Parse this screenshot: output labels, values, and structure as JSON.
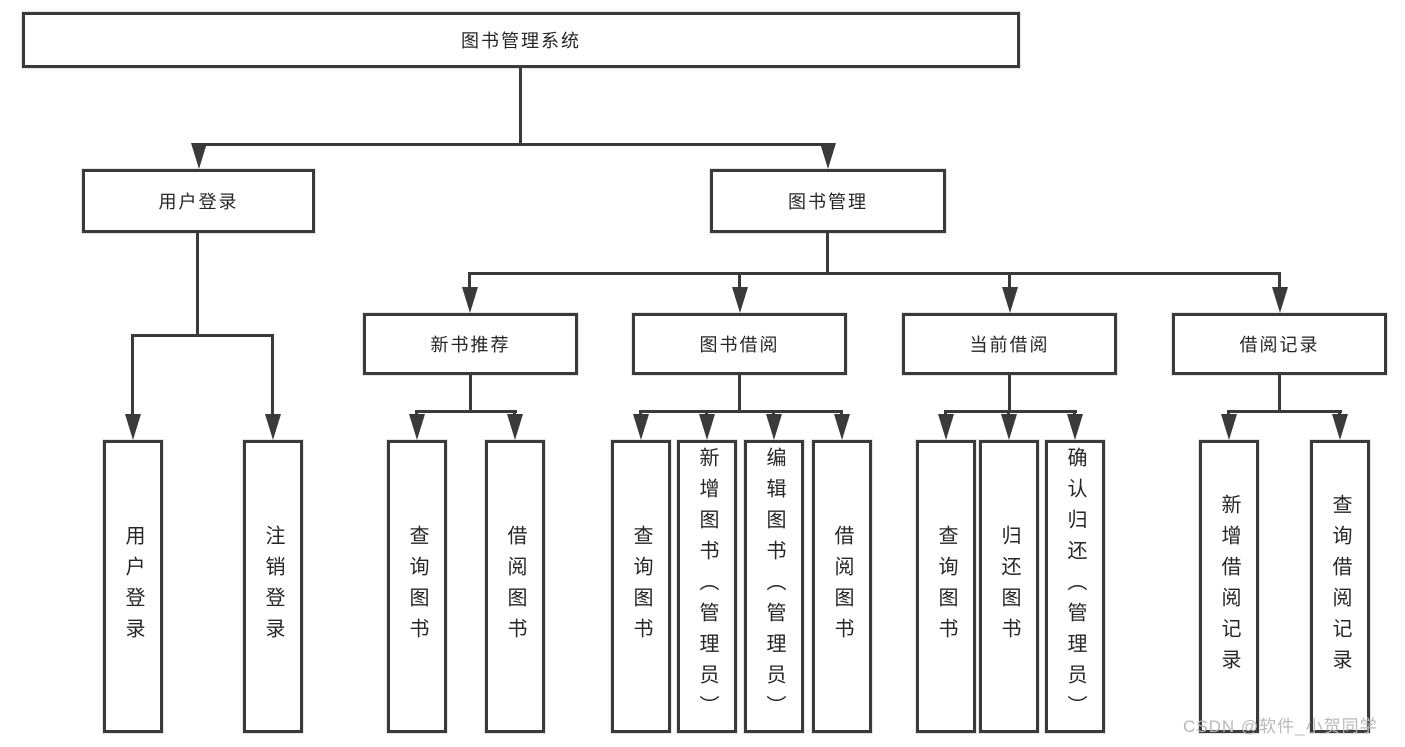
{
  "diagram": {
    "root": "图书管理系统",
    "nodes": {
      "user_login": {
        "label": "用户登录",
        "children": [
          "用户登录",
          "注销登录"
        ]
      },
      "book_mgmt": {
        "label": "图书管理"
      },
      "new_books": {
        "label": "新书推荐",
        "children": [
          "查询图书",
          "借阅图书"
        ]
      },
      "borrow": {
        "label": "图书借阅",
        "children": [
          "查询图书",
          "新增图书（管理员）",
          "编辑图书（管理员）",
          "借阅图书"
        ]
      },
      "current": {
        "label": "当前借阅",
        "children": [
          "查询图书",
          "归还图书",
          "确认归还（管理员）"
        ]
      },
      "records": {
        "label": "借阅记录",
        "children": [
          "新增借阅记录",
          "查询借阅记录"
        ]
      }
    }
  },
  "watermark": {
    "text": "CSDN @软件_小贺同学"
  },
  "colors": {
    "line": "#3a3a3a",
    "text": "#262626",
    "watermark": "#b9b9b9",
    "background": "#ffffff"
  }
}
